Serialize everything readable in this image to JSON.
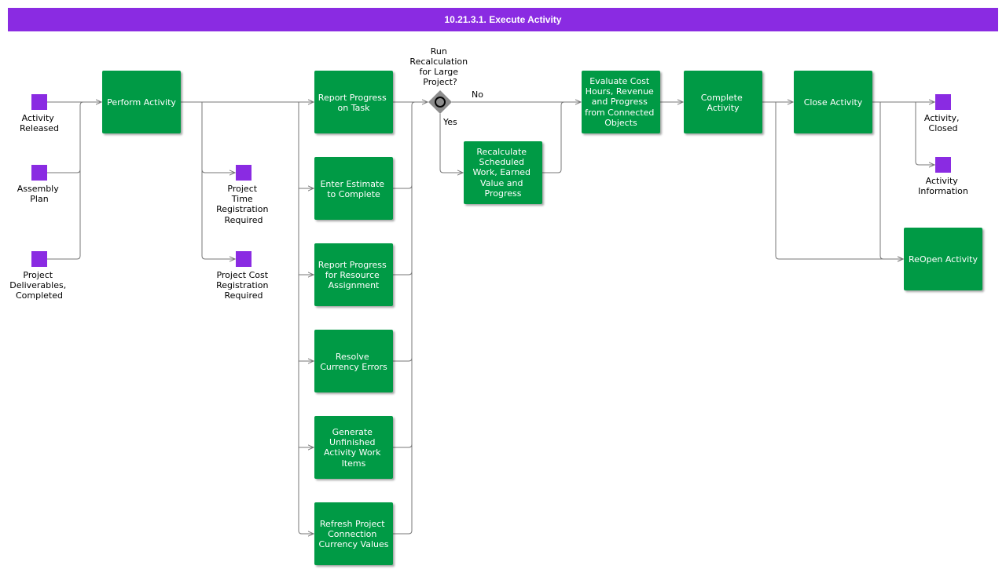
{
  "title": "10.21.3.1. Execute Activity",
  "colors": {
    "header": "#8a2be2",
    "activity": "#009a44",
    "event": "#8a2be2",
    "line": "#777777"
  },
  "events": {
    "activity_released": [
      "Activity",
      "Released"
    ],
    "assembly_plan": [
      "Assembly",
      "Plan"
    ],
    "project_deliverables": [
      "Project",
      "Deliverables,",
      "Completed"
    ],
    "time_registration": [
      "Project",
      "Time",
      "Registration",
      "Required"
    ],
    "cost_registration": [
      "Project Cost",
      "Registration",
      "Required"
    ],
    "activity_closed": [
      "Activity,",
      "Closed"
    ],
    "activity_information": [
      "Activity",
      "Information"
    ]
  },
  "activities": {
    "perform_activity": [
      "Perform Activity"
    ],
    "report_progress_task": [
      "Report Progress",
      "on Task"
    ],
    "enter_estimate": [
      "Enter Estimate",
      "to Complete"
    ],
    "report_progress_resource": [
      "Report Progress",
      "for Resource",
      "Assignment"
    ],
    "resolve_currency": [
      "Resolve",
      "Currency Errors"
    ],
    "generate_unfinished": [
      "Generate",
      "Unfinished",
      "Activity Work",
      "Items"
    ],
    "refresh_connection": [
      "Refresh Project",
      "Connection",
      "Currency Values"
    ],
    "recalculate": [
      "Recalculate",
      "Scheduled",
      "Work, Earned",
      "Value and",
      "Progress"
    ],
    "evaluate_cost": [
      "Evaluate Cost",
      "Hours, Revenue",
      "and Progress",
      "from Connected",
      "Objects"
    ],
    "complete_activity": [
      "Complete",
      "Activity"
    ],
    "close_activity": [
      "Close Activity"
    ],
    "reopen_activity": [
      "ReOpen Activity"
    ]
  },
  "gateway": {
    "question": [
      "Run",
      "Recalculation",
      "for Large",
      "Project?"
    ],
    "no_label": "No",
    "yes_label": "Yes"
  }
}
